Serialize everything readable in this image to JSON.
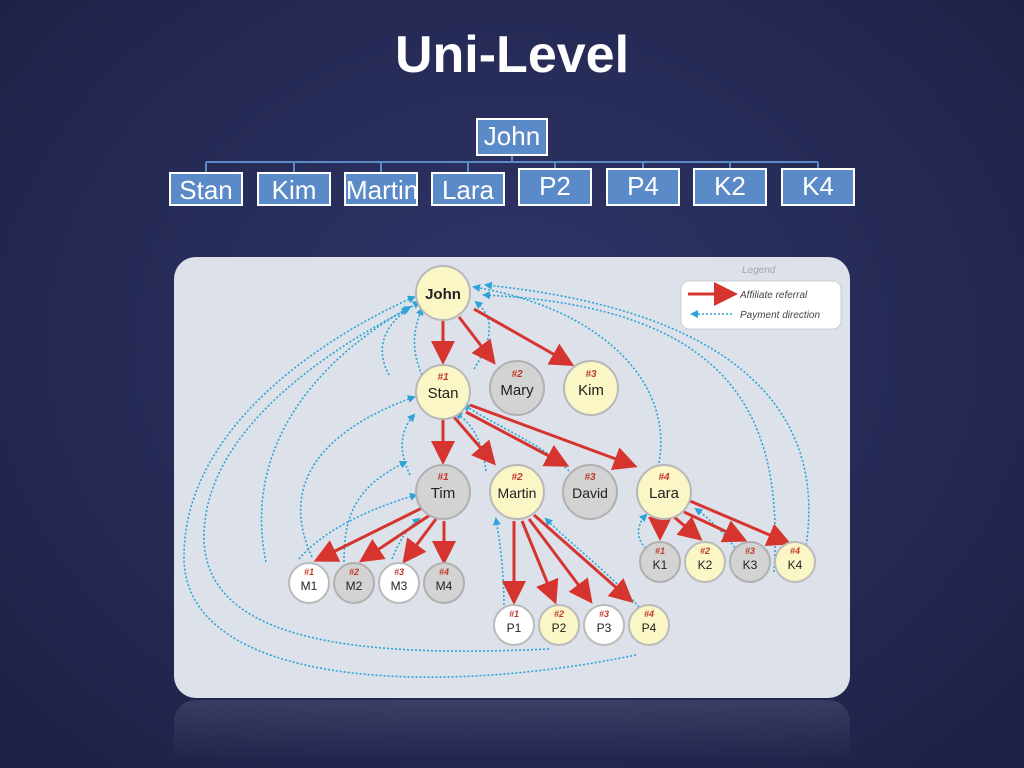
{
  "title": "Uni-Level",
  "org_chart": {
    "root": "John",
    "children": [
      "Stan",
      "Kim",
      "Martin",
      "Lara",
      "P2",
      "P4",
      "K2",
      "K4"
    ]
  },
  "legend": {
    "title": "Legend",
    "affiliate": "Affiliate referral",
    "payment": "Payment direction"
  },
  "nodes": {
    "john": {
      "label": "John",
      "rank": ""
    },
    "stan": {
      "label": "Stan",
      "rank": "#1"
    },
    "mary": {
      "label": "Mary",
      "rank": "#2"
    },
    "kim": {
      "label": "Kim",
      "rank": "#3"
    },
    "tim": {
      "label": "Tim",
      "rank": "#1"
    },
    "martin": {
      "label": "Martin",
      "rank": "#2"
    },
    "david": {
      "label": "David",
      "rank": "#3"
    },
    "lara": {
      "label": "Lara",
      "rank": "#4"
    },
    "m1": {
      "label": "M1",
      "rank": "#1"
    },
    "m2": {
      "label": "M2",
      "rank": "#2"
    },
    "m3": {
      "label": "M3",
      "rank": "#3"
    },
    "m4": {
      "label": "M4",
      "rank": "#4"
    },
    "p1": {
      "label": "P1",
      "rank": "#1"
    },
    "p2": {
      "label": "P2",
      "rank": "#2"
    },
    "p3": {
      "label": "P3",
      "rank": "#3"
    },
    "p4": {
      "label": "P4",
      "rank": "#4"
    },
    "k1": {
      "label": "K1",
      "rank": "#1"
    },
    "k2": {
      "label": "K2",
      "rank": "#2"
    },
    "k3": {
      "label": "K3",
      "rank": "#3"
    },
    "k4": {
      "label": "K4",
      "rank": "#4"
    }
  },
  "colors": {
    "box_fill": "#5b8ac8",
    "panel_bg": "#dde2ea",
    "referral_arrow": "#d6342f",
    "payment_arrow": "#2ea3d6",
    "rank_text": "#c0392b",
    "node_yellow": "#fbf6c6",
    "node_gray": "#d3d3d3",
    "node_white": "#ffffff"
  }
}
